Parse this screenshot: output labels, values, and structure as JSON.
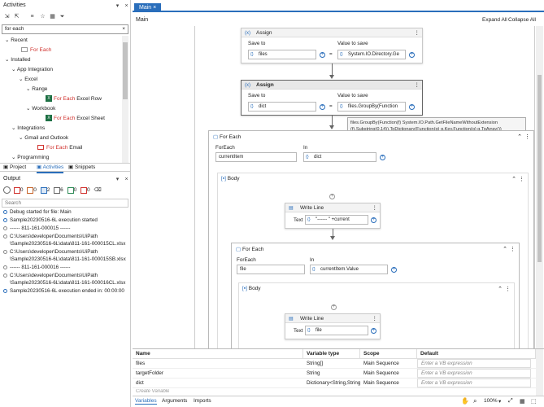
{
  "activities": {
    "title": "Activities",
    "search_value": "for each",
    "recent": "Recent",
    "installed": "Installed",
    "app_integration": "App Integration",
    "excel": "Excel",
    "range": "Range",
    "workbook": "Workbook",
    "integrations": "Integrations",
    "gmail_outlook": "Gmail and Outlook",
    "programming": "Programming",
    "items": {
      "for_each_recent": "For Each",
      "fe_excel_row_kw": "For Each",
      "fe_excel_row": "Excel Row",
      "fe_excel_sheet_kw": "For Each",
      "fe_excel_sheet": "Excel Sheet",
      "fe_email_kw": "For Each",
      "fe_email": "Email"
    }
  },
  "bottom_tabs": {
    "project": "Project",
    "activities": "Activities",
    "snippets": "Snippets"
  },
  "output": {
    "title": "Output",
    "counts": [
      "0",
      "0",
      "2",
      "6",
      "0",
      "0"
    ],
    "search_placeholder": "Search",
    "lines": [
      "Debug started for file: Main",
      "Sample20230516-6L execution started",
      "------ 811-161-000015 ------",
      "C:\\Users\\developer\\Documents\\UiPath",
      "\\Sample20230516-6L\\data\\811-161-000015CL.xlsx",
      "C:\\Users\\developer\\Documents\\UiPath",
      "\\Sample20230516-6L\\data\\811-161-000015SB.xlsx",
      "------ 811-161-000016 ------",
      "C:\\Users\\developer\\Documents\\UiPath",
      "\\Sample20230516-6L\\data\\811-161-000016CL.xlsx",
      "Sample20230516-6L execution ended in: 00:00:00"
    ]
  },
  "designer": {
    "tab": "Main",
    "breadcrumb": "Main",
    "expand_all": "Expand All",
    "collapse_all": "Collapse All"
  },
  "assign1": {
    "title": "Assign",
    "save_to": "Save to",
    "value_to_save": "Value to save",
    "to": "files",
    "value": "System.IO.Directory.Ge"
  },
  "assign2": {
    "title": "Assign",
    "save_to": "Save to",
    "value_to_save": "Value to save",
    "to": "dict",
    "value": "files.GroupBy(Function"
  },
  "tooltip": {
    "line1": "files.GroupBy(Function(f) System.IO.Path.GetFileNameWithoutExtension",
    "line2": "(f).Substring(0,14)).ToDictionary(Function(g) g.Key,Function(g) g.ToArray())"
  },
  "foreach1": {
    "title": "For Each",
    "foreach_label": "ForEach",
    "in_label": "In",
    "item": "currentItem",
    "in": "dict",
    "body": "Body"
  },
  "writeline1": {
    "title": "Write Line",
    "text_label": "Text",
    "value": "\"------ \" +current"
  },
  "foreach2": {
    "title": "For Each",
    "foreach_label": "ForEach",
    "in_label": "In",
    "item": "file",
    "in": "currentItem.Value",
    "body": "Body"
  },
  "writeline2": {
    "title": "Write Line",
    "text_label": "Text",
    "value": "file"
  },
  "variables": {
    "headers": [
      "Name",
      "Variable type",
      "Scope",
      "Default"
    ],
    "rows": [
      {
        "name": "files",
        "type": "String[]",
        "scope": "Main Sequence",
        "default": "Enter a VB expression"
      },
      {
        "name": "targetFolder",
        "type": "String",
        "scope": "Main Sequence",
        "default": "Enter a VB expression"
      },
      {
        "name": "dict",
        "type": "Dictionary<String,String[]>",
        "scope": "Main Sequence",
        "default": "Enter a VB expression"
      }
    ],
    "create": "Create Variable"
  },
  "status": {
    "tabs": [
      "Variables",
      "Arguments",
      "Imports"
    ],
    "zoom": "100%"
  }
}
